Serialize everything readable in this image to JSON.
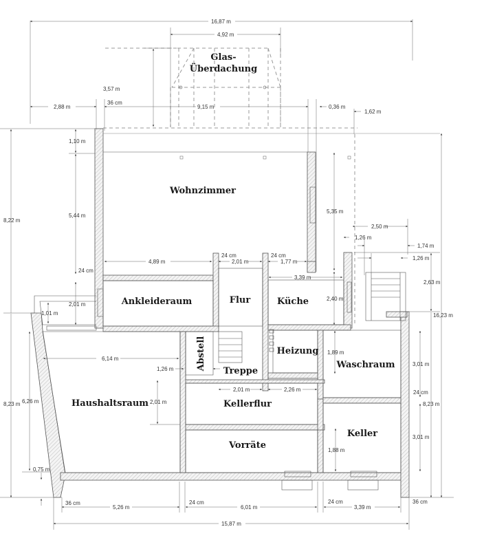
{
  "plan": {
    "rooms": {
      "glas": [
        "Glas-",
        "Überdachung"
      ],
      "wohnzimmer": "Wohnzimmer",
      "ankleideraum": "Ankleideraum",
      "flur": "Flur",
      "kueche": "Küche",
      "abstell": "Abstell",
      "heizung": "Heizung",
      "waschraum": "Waschraum",
      "treppe": "Treppe",
      "haushaltsraum": "Haushaltsraum",
      "kellerflur": "Kellerflur",
      "vorraete": "Vorräte",
      "keller": "Keller"
    },
    "dimensions": {
      "total_width_top": "16,87 m",
      "glas_width": "4,92 m",
      "glas_depth": "3,57 m",
      "left_offset": "2,88 m",
      "wall_36_top": "36 cm",
      "wohn_width": "9,15 m",
      "wall_036": "0,36 m",
      "right_offset": "1,62 m",
      "h_110": "1,10 m",
      "h_544": "5,44 m",
      "h_822": "8,22 m",
      "h_24_left": "24 cm",
      "ank_201": "2,01 m",
      "h_101": "1,01 m",
      "w_489": "4,89 m",
      "w_24a": "24 cm",
      "flur_201": "2,01 m",
      "w_24b": "24 cm",
      "w_177": "1,77 m",
      "h_535": "5,35 m",
      "kueche_339": "3,39 m",
      "kueche_240": "2,40 m",
      "w_250": "2,50 m",
      "w_126a": "1,26 m",
      "w_174": "1,74 m",
      "w_126b": "1,26 m",
      "h_263": "2,63 m",
      "h_1623": "16,23 m",
      "w_614": "6,14 m",
      "w_126c": "1,26 m",
      "haus_201": "2,01 m",
      "kf_201": "2,01 m",
      "kf_226": "2,26 m",
      "wasch_189": "1,89 m",
      "wasch_301": "3,01 m",
      "r_24": "24 cm",
      "r_823": "8,23 m",
      "keller_301": "3,01 m",
      "keller_188": "1,88 m",
      "l_823": "8,23 m",
      "l_626": "6,26 m",
      "l_075": "0,75 m",
      "b_36a": "36 cm",
      "b_526": "5,26 m",
      "b_24a": "24 cm",
      "b_601": "6,01 m",
      "b_24b": "24 cm",
      "b_339": "3,39 m",
      "b_36b": "36 cm",
      "total_width_bottom": "15,87 m"
    }
  }
}
